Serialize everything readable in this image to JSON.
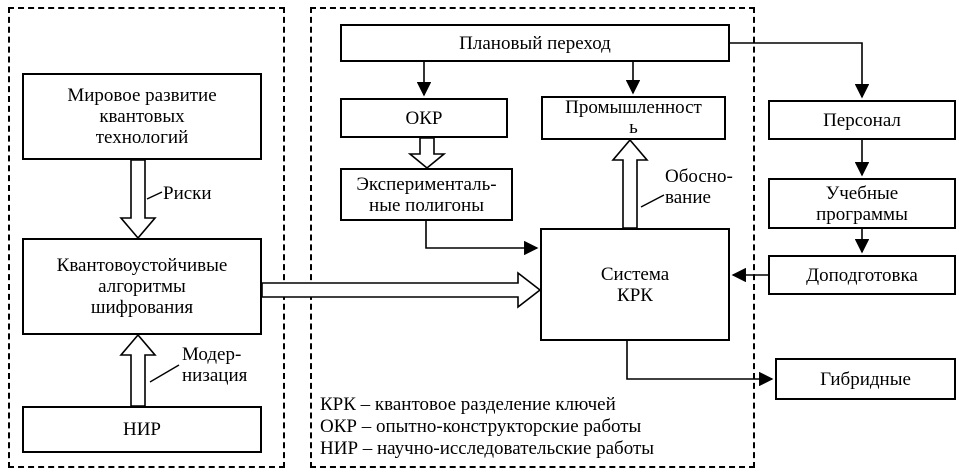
{
  "diagram": {
    "nodes": {
      "planned_transition": {
        "label": "Плановый переход"
      },
      "world_dev": {
        "label": "Мировое развитие\nквантовых\nтехнологий"
      },
      "okr": {
        "label": "ОКР"
      },
      "industry": {
        "label": "Промышленност\nь"
      },
      "personnel": {
        "label": "Персонал"
      },
      "test_sites": {
        "label": "Эксперименталь-\nные полигоны"
      },
      "training_programs": {
        "label": "Учебные\nпрограммы"
      },
      "quantum_algorithms": {
        "label": "Квантовоустойчивые\nалгоритмы\nшифрования"
      },
      "krk_system": {
        "label": "Система\nКРК"
      },
      "additional_training": {
        "label": "Доподготовка"
      },
      "hybrid": {
        "label": "Гибридные"
      },
      "nir": {
        "label": "НИР"
      }
    },
    "edge_labels": {
      "risks": "Риски",
      "modernization": "Модер-\nнизация",
      "justification": "Обосно-\nвание"
    },
    "legend": {
      "line1": "КРК – квантовое разделение ключей",
      "line2": "ОКР – опытно-конструкторские работы",
      "line3": "НИР – научно-исследовательские работы"
    },
    "colors": {
      "line": "#000000",
      "background": "#ffffff"
    }
  }
}
